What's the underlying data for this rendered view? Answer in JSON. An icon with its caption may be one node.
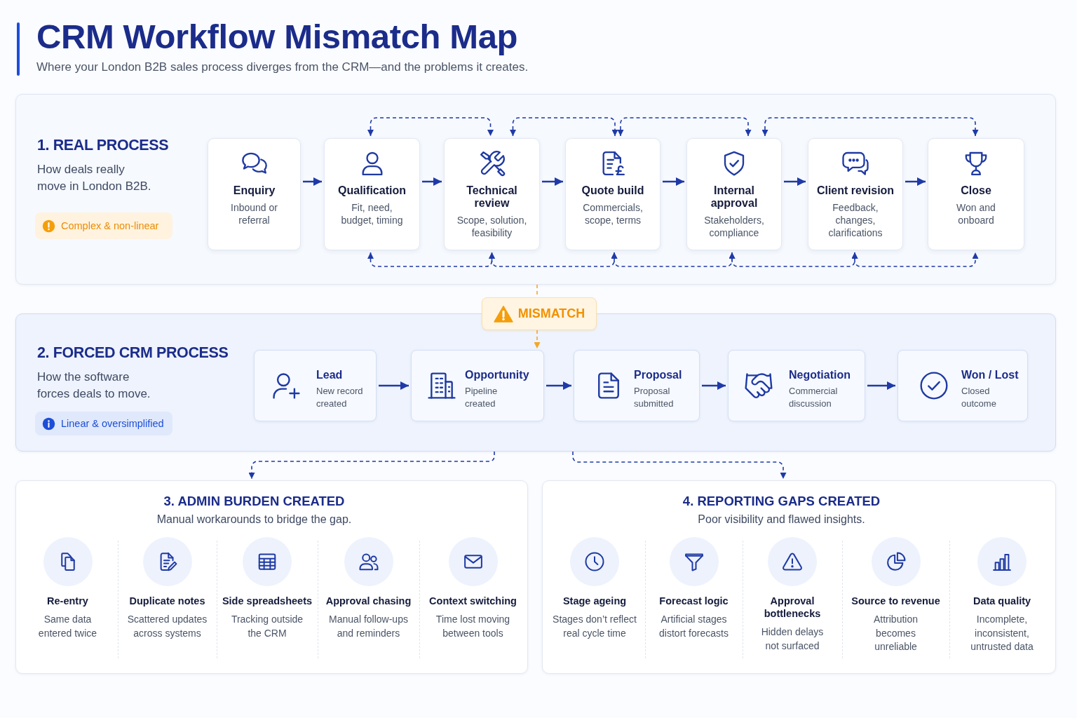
{
  "diagram": {
    "title": "CRM Workflow Mismatch Map",
    "nodes": [
      {
        "text": [
          "1. REAL PROCESS",
          "How deals really move in London B2B."
        ]
      },
      {
        "text": [
          "Complex & non-linear"
        ],
        "in": 0
      },
      {
        "text": [
          "Enquiry",
          "Inbound or referral"
        ],
        "in": 0
      },
      {
        "text": [
          "Qualification",
          "Fit, need, budget, timing"
        ],
        "in": 0
      },
      {
        "text": [
          "Technical review",
          "Scope, solution, feasibility"
        ],
        "in": 0
      },
      {
        "text": [
          "Quote build",
          "Commercials, scope, terms"
        ],
        "in": 0
      },
      {
        "text": [
          "Internal approval",
          "Stakeholders, compliance"
        ],
        "in": 0
      },
      {
        "text": [
          "Client revision",
          "Feedback, changes, clarifications"
        ],
        "in": 0
      },
      {
        "text": [
          "Close",
          "Won and onboard"
        ],
        "in": 0
      },
      {
        "text": [
          "MISMATCH"
        ]
      },
      {
        "text": [
          "2. FORCED CRM PROCESS",
          "How the software forces deals to move."
        ]
      },
      {
        "text": [
          "Linear & oversimplified"
        ],
        "in": 10
      },
      {
        "text": [
          "Lead",
          "New record created"
        ],
        "in": 10
      },
      {
        "text": [
          "Opportunity",
          "Pipeline created"
        ],
        "in": 10
      },
      {
        "text": [
          "Proposal",
          "Proposal submitted"
        ],
        "in": 10
      },
      {
        "text": [
          "Negotiation",
          "Commercial discussion"
        ],
        "in": 10
      },
      {
        "text": [
          "Won / Lost",
          "Closed outcome"
        ],
        "in": 10
      },
      {
        "text": [
          "3. ADMIN BURDEN CREATED",
          "Manual workarounds to bridge the gap."
        ]
      },
      {
        "text": [
          "Re-entry",
          "Same data entered twice"
        ],
        "in": 17
      },
      {
        "text": [
          "Duplicate notes",
          "Scattered updates across systems"
        ],
        "in": 17
      },
      {
        "text": [
          "Side spreadsheets",
          "Tracking outside the CRM"
        ],
        "in": 17
      },
      {
        "text": [
          "Approval chasing",
          "Manual follow-ups and reminders"
        ],
        "in": 17
      },
      {
        "text": [
          "Context switching",
          "Time lost moving between tools"
        ],
        "in": 17
      },
      {
        "text": [
          "4. REPORTING GAPS CREATED",
          "Poor visibility and flawed insights."
        ]
      },
      {
        "text": [
          "Stage ageing",
          "Stages don’t reflect real cycle time"
        ],
        "in": 23
      },
      {
        "text": [
          "Forecast logic",
          "Artificial stages distort forecasts"
        ],
        "in": 23
      },
      {
        "text": [
          "Approval bottlenecks",
          "Hidden delays not surfaced"
        ],
        "in": 23
      },
      {
        "text": [
          "Source to revenue",
          "Attribution becomes unreliable"
        ],
        "in": 23
      },
      {
        "text": [
          "Data quality",
          "Incomplete, inconsistent, untrusted data"
        ],
        "in": 23
      }
    ],
    "edges": [
      {
        "from": 2,
        "to": 3,
        "arrow": "to"
      },
      {
        "from": 3,
        "to": 4,
        "arrow": "to"
      },
      {
        "from": 4,
        "to": 5,
        "arrow": "to"
      },
      {
        "from": 5,
        "to": 6,
        "arrow": "to"
      },
      {
        "from": 6,
        "to": 7,
        "arrow": "to"
      },
      {
        "from": 7,
        "to": 8,
        "arrow": "to"
      },
      {
        "from": 3,
        "to": 4,
        "arrow": "both",
        "style": "dashed"
      },
      {
        "from": 4,
        "to": 5,
        "arrow": "both",
        "style": "dashed"
      },
      {
        "from": 5,
        "to": 6,
        "arrow": "both",
        "style": "dashed"
      },
      {
        "from": 6,
        "to": 8,
        "arrow": "both",
        "style": "dashed"
      },
      {
        "from": 3,
        "to": 4,
        "arrow": "both",
        "style": "dashed"
      },
      {
        "from": 4,
        "to": 5,
        "arrow": "both",
        "style": "dashed"
      },
      {
        "from": 5,
        "to": 6,
        "arrow": "both",
        "style": "dashed"
      },
      {
        "from": 6,
        "to": 7,
        "arrow": "both",
        "style": "dashed"
      },
      {
        "from": 7,
        "to": 8,
        "arrow": "both",
        "style": "dashed"
      },
      {
        "from": 0,
        "to": 9,
        "arrow": "none",
        "style": "dashed",
        "color": "#f5a623"
      },
      {
        "from": 9,
        "to": 13,
        "arrow": "to",
        "style": "dashed",
        "color": "#f5a623"
      },
      {
        "from": 12,
        "to": 13,
        "arrow": "to"
      },
      {
        "from": 13,
        "to": 14,
        "arrow": "to"
      },
      {
        "from": 14,
        "to": 15,
        "arrow": "to"
      },
      {
        "from": 15,
        "to": 16,
        "arrow": "to"
      },
      {
        "from": 10,
        "to": 17,
        "arrow": "to",
        "style": "dashed"
      },
      {
        "from": 10,
        "to": 23,
        "arrow": "to",
        "style": "dashed"
      }
    ],
    "labels": [
      "Where your London B2B sales process diverges from the CRM—and the problems it creates."
    ]
  }
}
